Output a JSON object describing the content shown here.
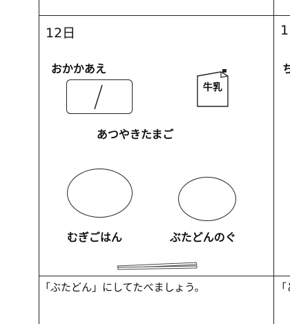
{
  "cell": {
    "date": "12日",
    "next_date_partial": "1",
    "dishes": {
      "okazu_label": "おかかあえ",
      "egg_label": "あつやきたまご",
      "rice_label": "むぎごはん",
      "soup_label": "ぶたどんのぐ",
      "milk_label": "牛乳"
    },
    "next_label_partial": "ち",
    "caption": "「ぶたどん」にしてたべましょう。",
    "next_caption_partial": "「ど"
  },
  "icons": [
    "chopsticks-icon",
    "milk-carton-icon",
    "plate-icon",
    "bowl-icon"
  ]
}
